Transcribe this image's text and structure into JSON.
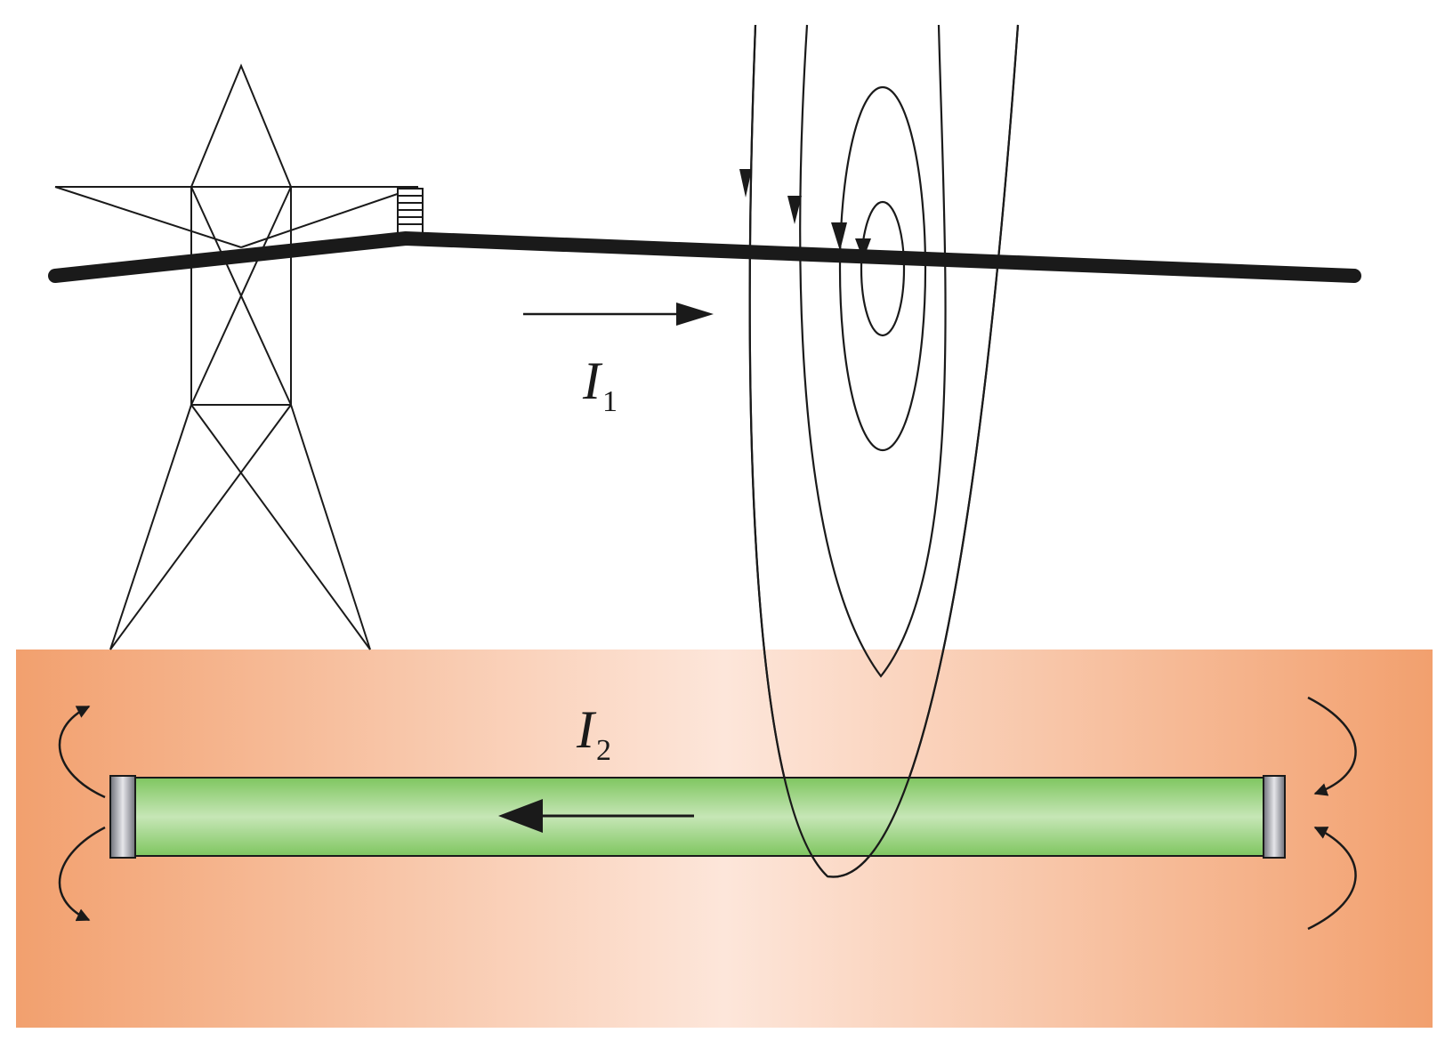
{
  "labels": {
    "overhead_current": {
      "symbol": "I",
      "subscript": "1"
    },
    "pipeline_current": {
      "symbol": "I",
      "subscript": "2"
    }
  },
  "colors": {
    "ground_edge": "#f2a06e",
    "ground_center": "#fde6da",
    "pipe_edge": "#7fc660",
    "pipe_center": "#c6e6b6",
    "pipe_cap": "#8d8f97",
    "ink": "#1a1a1a"
  },
  "icons": {
    "tower": "transmission-tower-icon",
    "insulator": "insulator-icon"
  }
}
